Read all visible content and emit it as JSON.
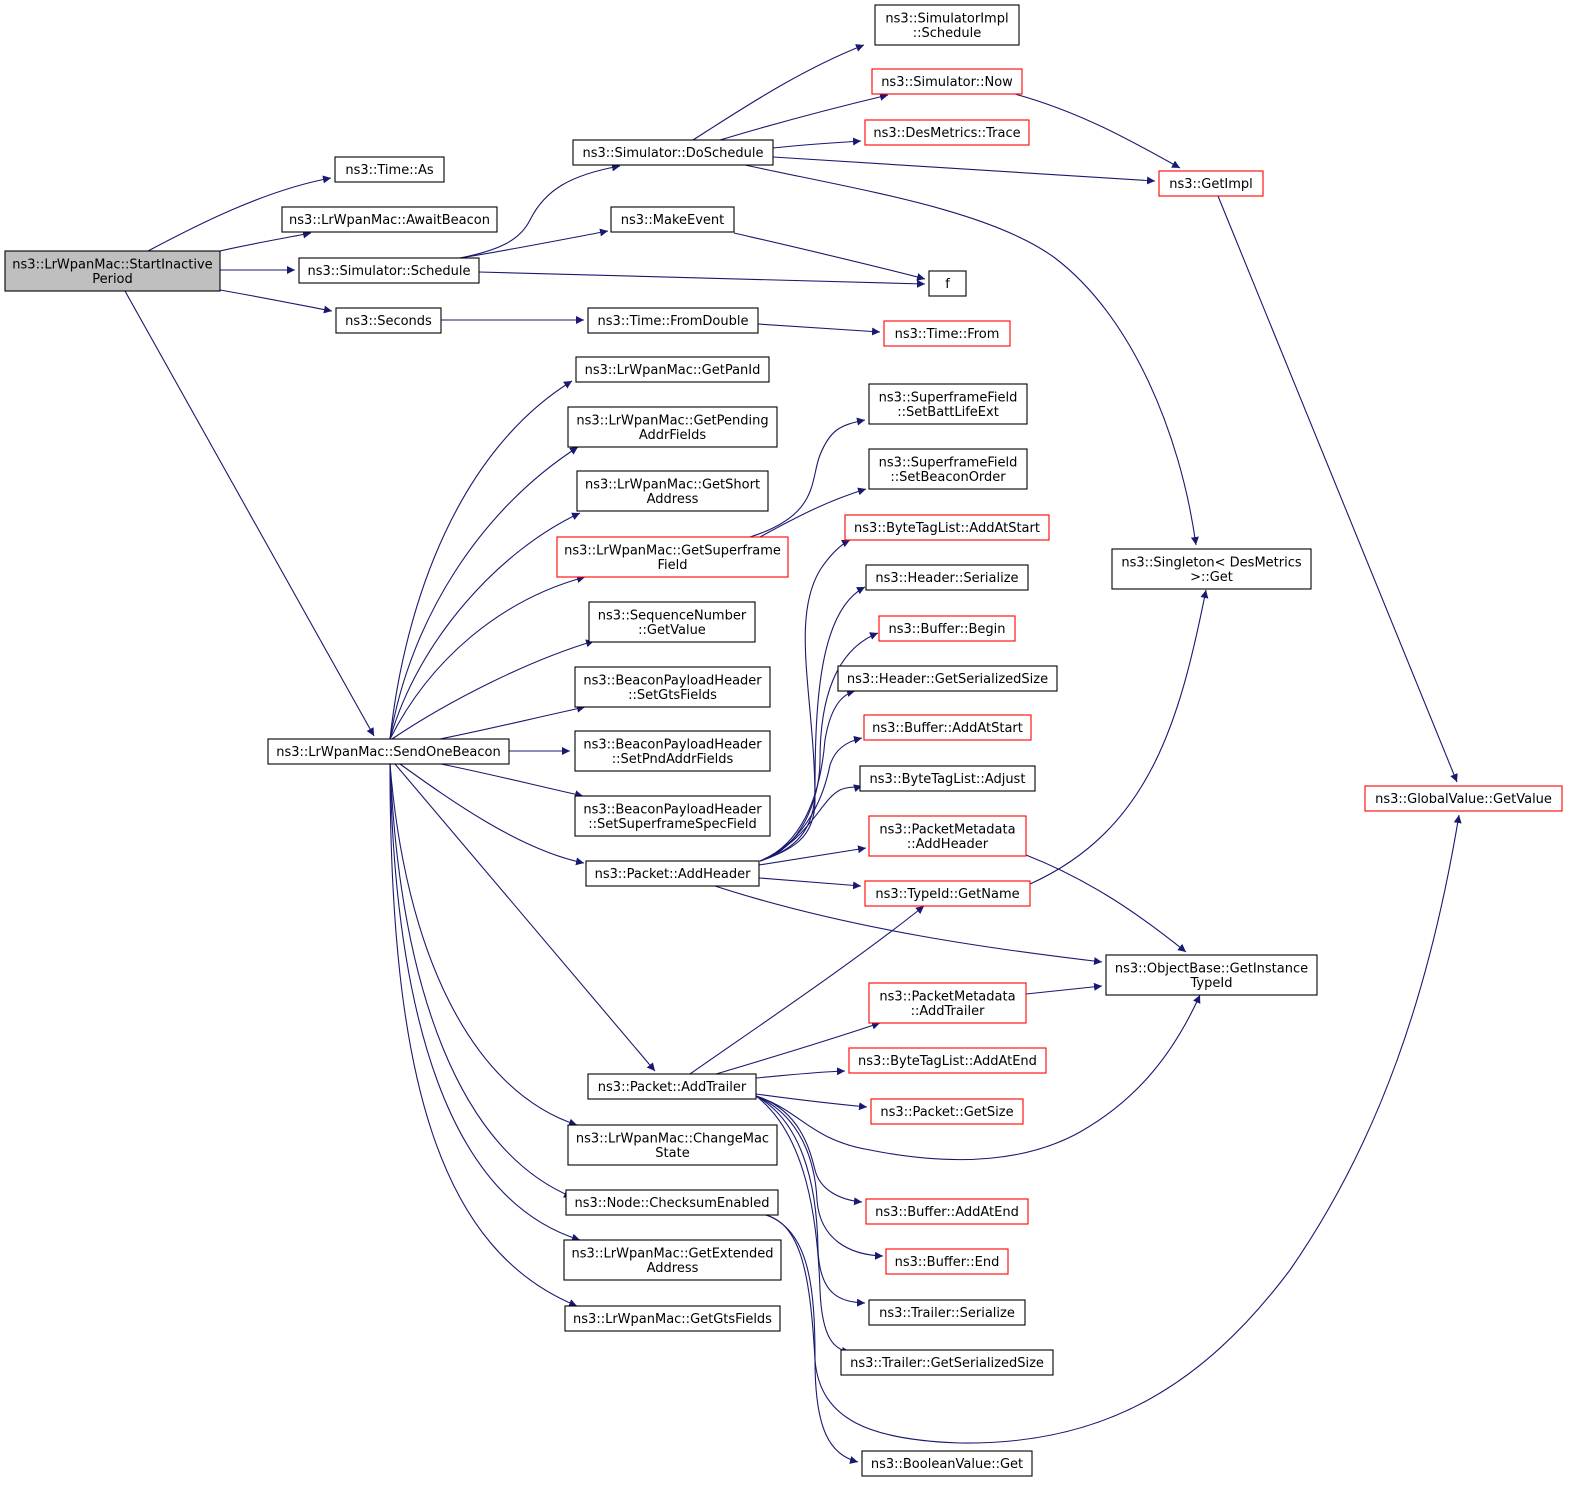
{
  "colors": {
    "edge": "#191970",
    "node_border": "#000000",
    "link_missing_border": "#ff0000",
    "root_fill": "#bfbfbf",
    "node_fill": "#ffffff"
  },
  "nodes": {
    "startInactive": {
      "label": [
        "ns3::LrWpanMac::StartInactive",
        "Period"
      ],
      "root": true
    },
    "timeAs": {
      "label": [
        "ns3::Time::As"
      ]
    },
    "awaitBeacon": {
      "label": [
        "ns3::LrWpanMac::AwaitBeacon"
      ]
    },
    "simSchedule": {
      "label": [
        "ns3::Simulator::Schedule"
      ]
    },
    "seconds": {
      "label": [
        "ns3::Seconds"
      ]
    },
    "sendOneBeacon": {
      "label": [
        "ns3::LrWpanMac::SendOneBeacon"
      ]
    },
    "doSchedule": {
      "label": [
        "ns3::Simulator::DoSchedule"
      ]
    },
    "makeEvent": {
      "label": [
        "ns3::MakeEvent"
      ]
    },
    "fromDouble": {
      "label": [
        "ns3::Time::FromDouble"
      ]
    },
    "getPanId": {
      "label": [
        "ns3::LrWpanMac::GetPanId"
      ]
    },
    "getPendingAddr": {
      "label": [
        "ns3::LrWpanMac::GetPending",
        "AddrFields"
      ]
    },
    "getShortAddress": {
      "label": [
        "ns3::LrWpanMac::GetShort",
        "Address"
      ]
    },
    "getSuperframeField": {
      "label": [
        "ns3::LrWpanMac::GetSuperframe",
        "Field"
      ],
      "red": true
    },
    "seqGetValue": {
      "label": [
        "ns3::SequenceNumber",
        "::GetValue"
      ]
    },
    "setGtsFields": {
      "label": [
        "ns3::BeaconPayloadHeader",
        "::SetGtsFields"
      ]
    },
    "setPndAddrFields": {
      "label": [
        "ns3::BeaconPayloadHeader",
        "::SetPndAddrFields"
      ]
    },
    "setSuperframeSpec": {
      "label": [
        "ns3::BeaconPayloadHeader",
        "::SetSuperframeSpecField"
      ]
    },
    "addHeader": {
      "label": [
        "ns3::Packet::AddHeader"
      ]
    },
    "addTrailer": {
      "label": [
        "ns3::Packet::AddTrailer"
      ]
    },
    "changeMacState": {
      "label": [
        "ns3::LrWpanMac::ChangeMac",
        "State"
      ]
    },
    "checksumEnabled": {
      "label": [
        "ns3::Node::ChecksumEnabled"
      ]
    },
    "getExtendedAddress": {
      "label": [
        "ns3::LrWpanMac::GetExtended",
        "Address"
      ]
    },
    "getGtsFields": {
      "label": [
        "ns3::LrWpanMac::GetGtsFields"
      ]
    },
    "simImplSchedule": {
      "label": [
        "ns3::SimulatorImpl",
        "::Schedule"
      ]
    },
    "simNow": {
      "label": [
        "ns3::Simulator::Now"
      ],
      "red": true
    },
    "desTrace": {
      "label": [
        "ns3::DesMetrics::Trace"
      ],
      "red": true
    },
    "f": {
      "label": [
        "f"
      ]
    },
    "timeFrom": {
      "label": [
        "ns3::Time::From"
      ],
      "red": true
    },
    "setBattLifeExt": {
      "label": [
        "ns3::SuperframeField",
        "::SetBattLifeExt"
      ]
    },
    "setBeaconOrder": {
      "label": [
        "ns3::SuperframeField",
        "::SetBeaconOrder"
      ]
    },
    "btlAddAtStart": {
      "label": [
        "ns3::ByteTagList::AddAtStart"
      ],
      "red": true
    },
    "headerSerialize": {
      "label": [
        "ns3::Header::Serialize"
      ]
    },
    "bufferBegin": {
      "label": [
        "ns3::Buffer::Begin"
      ],
      "red": true
    },
    "headerGetSerSize": {
      "label": [
        "ns3::Header::GetSerializedSize"
      ]
    },
    "bufferAddAtStart": {
      "label": [
        "ns3::Buffer::AddAtStart"
      ],
      "red": true
    },
    "btlAdjust": {
      "label": [
        "ns3::ByteTagList::Adjust"
      ]
    },
    "pmAddHeader": {
      "label": [
        "ns3::PacketMetadata",
        "::AddHeader"
      ],
      "red": true
    },
    "typeIdGetName": {
      "label": [
        "ns3::TypeId::GetName"
      ],
      "red": true
    },
    "pmAddTrailer": {
      "label": [
        "ns3::PacketMetadata",
        "::AddTrailer"
      ],
      "red": true
    },
    "btlAddAtEnd": {
      "label": [
        "ns3::ByteTagList::AddAtEnd"
      ],
      "red": true
    },
    "packetGetSize": {
      "label": [
        "ns3::Packet::GetSize"
      ],
      "red": true
    },
    "bufferAddAtEnd": {
      "label": [
        "ns3::Buffer::AddAtEnd"
      ],
      "red": true
    },
    "bufferEnd": {
      "label": [
        "ns3::Buffer::End"
      ],
      "red": true
    },
    "trailerSerialize": {
      "label": [
        "ns3::Trailer::Serialize"
      ]
    },
    "trailerGetSerSize": {
      "label": [
        "ns3::Trailer::GetSerializedSize"
      ]
    },
    "boolGet": {
      "label": [
        "ns3::BooleanValue::Get"
      ]
    },
    "getImpl": {
      "label": [
        "ns3::GetImpl"
      ],
      "red": true
    },
    "singletonGet": {
      "label": [
        "ns3::Singleton< DesMetrics",
        ">::Get"
      ]
    },
    "objGetInstanceTypeId": {
      "label": [
        "ns3::ObjectBase::GetInstance",
        "TypeId"
      ]
    },
    "globalGetValue": {
      "label": [
        "ns3::GlobalValue::GetValue"
      ],
      "red": true
    }
  },
  "edges": [
    [
      "startInactive",
      "timeAs"
    ],
    [
      "startInactive",
      "awaitBeacon"
    ],
    [
      "startInactive",
      "simSchedule"
    ],
    [
      "startInactive",
      "seconds"
    ],
    [
      "startInactive",
      "sendOneBeacon"
    ],
    [
      "simSchedule",
      "doSchedule"
    ],
    [
      "simSchedule",
      "makeEvent"
    ],
    [
      "simSchedule",
      "f"
    ],
    [
      "seconds",
      "fromDouble"
    ],
    [
      "fromDouble",
      "timeFrom"
    ],
    [
      "makeEvent",
      "f"
    ],
    [
      "doSchedule",
      "simImplSchedule"
    ],
    [
      "doSchedule",
      "simNow"
    ],
    [
      "doSchedule",
      "desTrace"
    ],
    [
      "doSchedule",
      "getImpl"
    ],
    [
      "doSchedule",
      "singletonGet"
    ],
    [
      "simNow",
      "getImpl"
    ],
    [
      "getImpl",
      "globalGetValue"
    ],
    [
      "sendOneBeacon",
      "getPanId"
    ],
    [
      "sendOneBeacon",
      "getPendingAddr"
    ],
    [
      "sendOneBeacon",
      "getShortAddress"
    ],
    [
      "sendOneBeacon",
      "getSuperframeField"
    ],
    [
      "sendOneBeacon",
      "seqGetValue"
    ],
    [
      "sendOneBeacon",
      "setGtsFields"
    ],
    [
      "sendOneBeacon",
      "setPndAddrFields"
    ],
    [
      "sendOneBeacon",
      "setSuperframeSpec"
    ],
    [
      "sendOneBeacon",
      "addHeader"
    ],
    [
      "sendOneBeacon",
      "addTrailer"
    ],
    [
      "sendOneBeacon",
      "changeMacState"
    ],
    [
      "sendOneBeacon",
      "checksumEnabled"
    ],
    [
      "sendOneBeacon",
      "getExtendedAddress"
    ],
    [
      "sendOneBeacon",
      "getGtsFields"
    ],
    [
      "getSuperframeField",
      "setBattLifeExt"
    ],
    [
      "getSuperframeField",
      "setBeaconOrder"
    ],
    [
      "addHeader",
      "btlAddAtStart"
    ],
    [
      "addHeader",
      "headerSerialize"
    ],
    [
      "addHeader",
      "bufferBegin"
    ],
    [
      "addHeader",
      "headerGetSerSize"
    ],
    [
      "addHeader",
      "bufferAddAtStart"
    ],
    [
      "addHeader",
      "btlAdjust"
    ],
    [
      "addHeader",
      "pmAddHeader"
    ],
    [
      "addHeader",
      "typeIdGetName"
    ],
    [
      "addHeader",
      "objGetInstanceTypeId"
    ],
    [
      "pmAddHeader",
      "objGetInstanceTypeId"
    ],
    [
      "typeIdGetName",
      "singletonGet"
    ],
    [
      "addTrailer",
      "typeIdGetName"
    ],
    [
      "addTrailer",
      "pmAddTrailer"
    ],
    [
      "addTrailer",
      "btlAddAtEnd"
    ],
    [
      "addTrailer",
      "packetGetSize"
    ],
    [
      "addTrailer",
      "objGetInstanceTypeId"
    ],
    [
      "addTrailer",
      "bufferAddAtEnd"
    ],
    [
      "addTrailer",
      "bufferEnd"
    ],
    [
      "addTrailer",
      "trailerSerialize"
    ],
    [
      "addTrailer",
      "trailerGetSerSize"
    ],
    [
      "pmAddTrailer",
      "objGetInstanceTypeId"
    ],
    [
      "checksumEnabled",
      "boolGet"
    ],
    [
      "checksumEnabled",
      "globalGetValue"
    ]
  ]
}
